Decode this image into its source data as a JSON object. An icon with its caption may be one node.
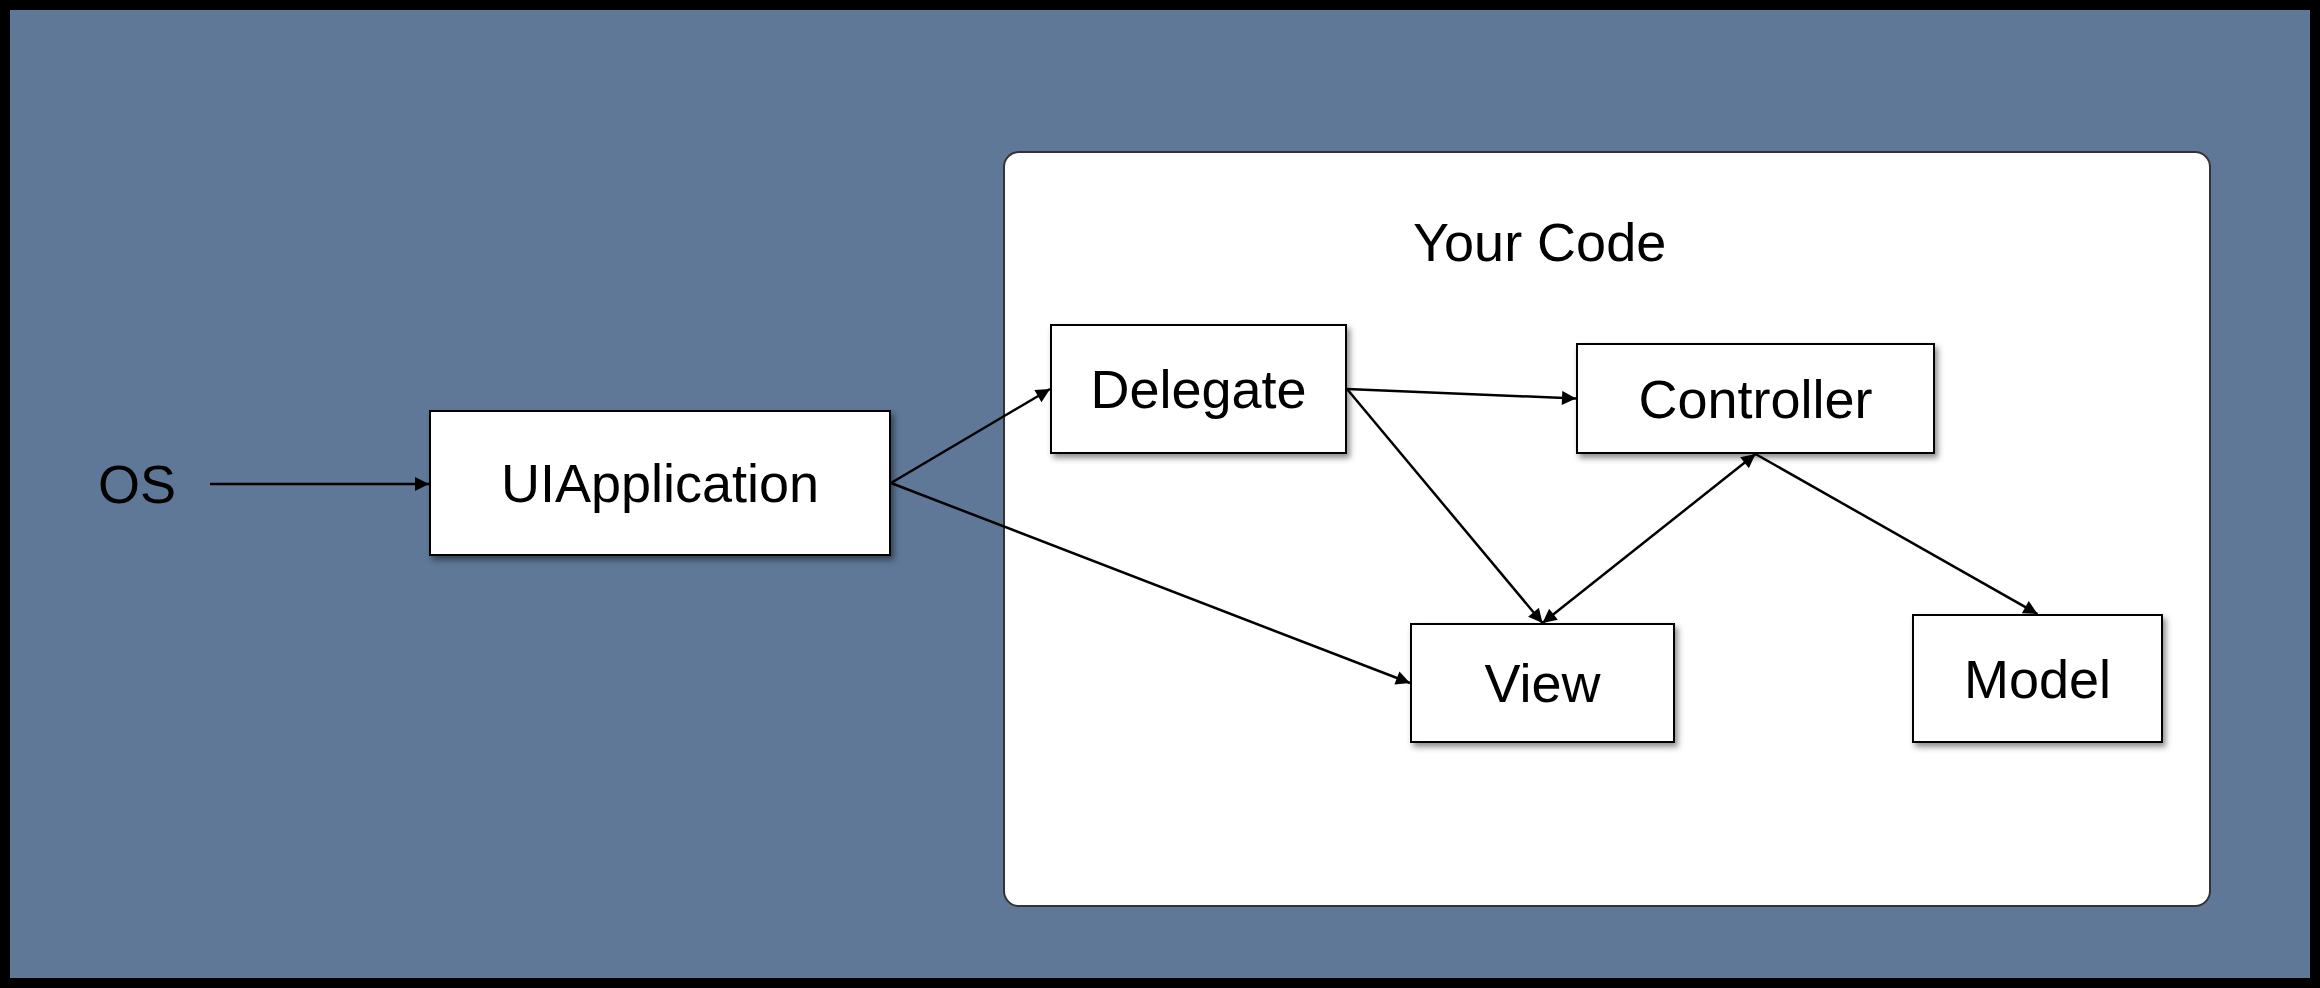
{
  "diagram": {
    "nodes": [
      {
        "text": [
          "OS"
        ]
      },
      {
        "text": [
          "UIApplication"
        ]
      },
      {
        "text": [
          "Your Code"
        ]
      },
      {
        "text": [
          "Delegate"
        ],
        "in": 2
      },
      {
        "text": [
          "Controller"
        ],
        "in": 2
      },
      {
        "text": [
          "View"
        ],
        "in": 2
      },
      {
        "text": [
          "Model"
        ],
        "in": 2
      }
    ],
    "edges": [
      {
        "from": 0,
        "to": 1,
        "arrow": "to"
      },
      {
        "from": 1,
        "to": 3,
        "arrow": "to"
      },
      {
        "from": 1,
        "to": 5,
        "arrow": "to"
      },
      {
        "from": 3,
        "to": 4,
        "arrow": "to"
      },
      {
        "from": 3,
        "to": 5,
        "arrow": "to"
      },
      {
        "from": 4,
        "to": 5,
        "arrow": "both"
      },
      {
        "from": 4,
        "to": 6,
        "arrow": "to"
      }
    ]
  }
}
